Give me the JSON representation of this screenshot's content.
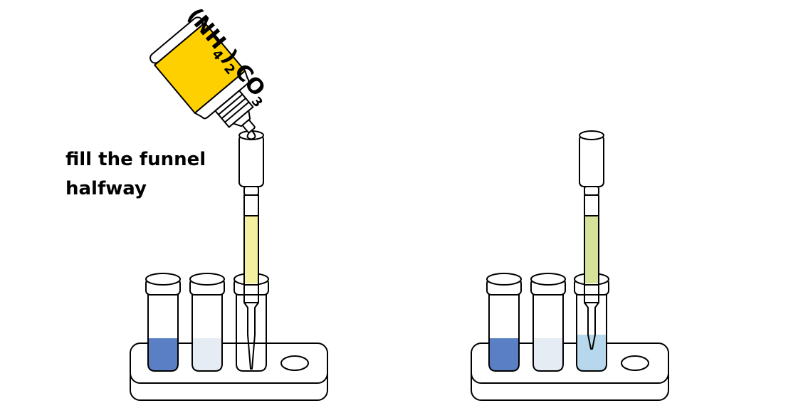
{
  "instruction": {
    "line1": "fill the funnel",
    "line2": "halfway"
  },
  "reagent_bottle": {
    "formula_open": "(NH",
    "formula_sub1": "4",
    "formula_close": ")",
    "formula_sub2": "2",
    "formula_main": "CO",
    "formula_sub3": "3",
    "label_color": "#FFD000"
  },
  "colors": {
    "blue_solution": "#5B7FC4",
    "pale_solution": "#E6ECF4",
    "yellow_liquid": "#F5F0A0",
    "green_liquid": "#D5E39A",
    "light_blue_solution": "#B7D8EC"
  }
}
